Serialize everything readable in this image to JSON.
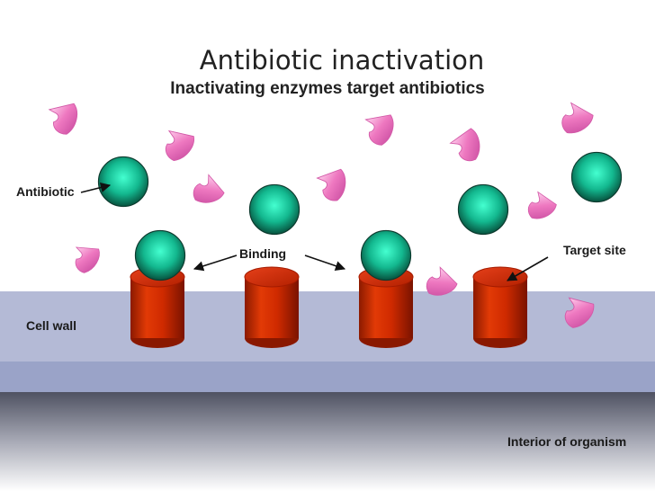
{
  "title": "Antibiotic inactivation",
  "subtitle": "Inactivating enzymes target antibiotics",
  "labels": {
    "antibiotic": "Antibiotic",
    "binding": "Binding",
    "target_site": "Target site",
    "cell_wall": "Cell wall",
    "interior": "Interior of organism"
  },
  "colors": {
    "antibiotic": "#13b88f",
    "target_site": "#d92b00",
    "enzyme": "#e86cb8",
    "cell_wall": "#b4bad6",
    "interior": "#4f5262"
  },
  "icons": {
    "antibiotic": "teal-sphere-icon",
    "target_site": "red-cylinder-icon",
    "enzyme": "pink-enzyme-icon"
  }
}
